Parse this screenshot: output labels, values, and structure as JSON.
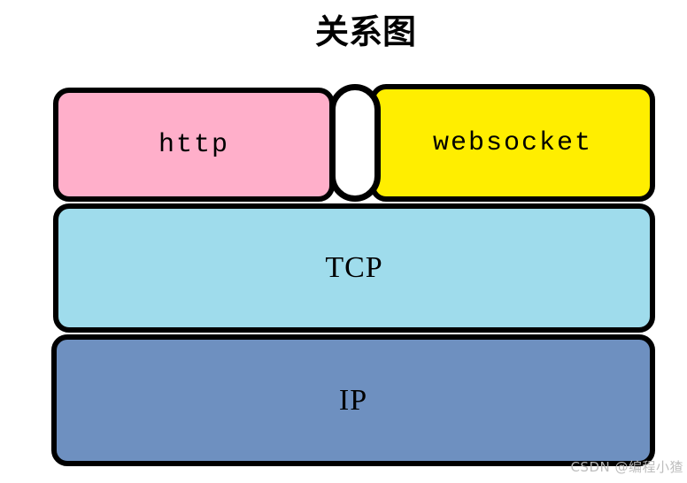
{
  "title": "关系图",
  "watermark": {
    "text": "CSDN @编程小猹"
  },
  "colors": {
    "http_pink": "#FFAFCA",
    "websocket_yellow": "#FFEE00",
    "tcp_blue": "#9FDCEC",
    "ip_blue": "#6E90C0",
    "divider_white": "#FFFFFF",
    "border_black": "#000000"
  },
  "diagram": {
    "layers": {
      "http": {
        "label": "http"
      },
      "websocket": {
        "label": "websocket"
      },
      "tcp": {
        "label": "TCP"
      },
      "ip": {
        "label": "IP"
      }
    }
  }
}
